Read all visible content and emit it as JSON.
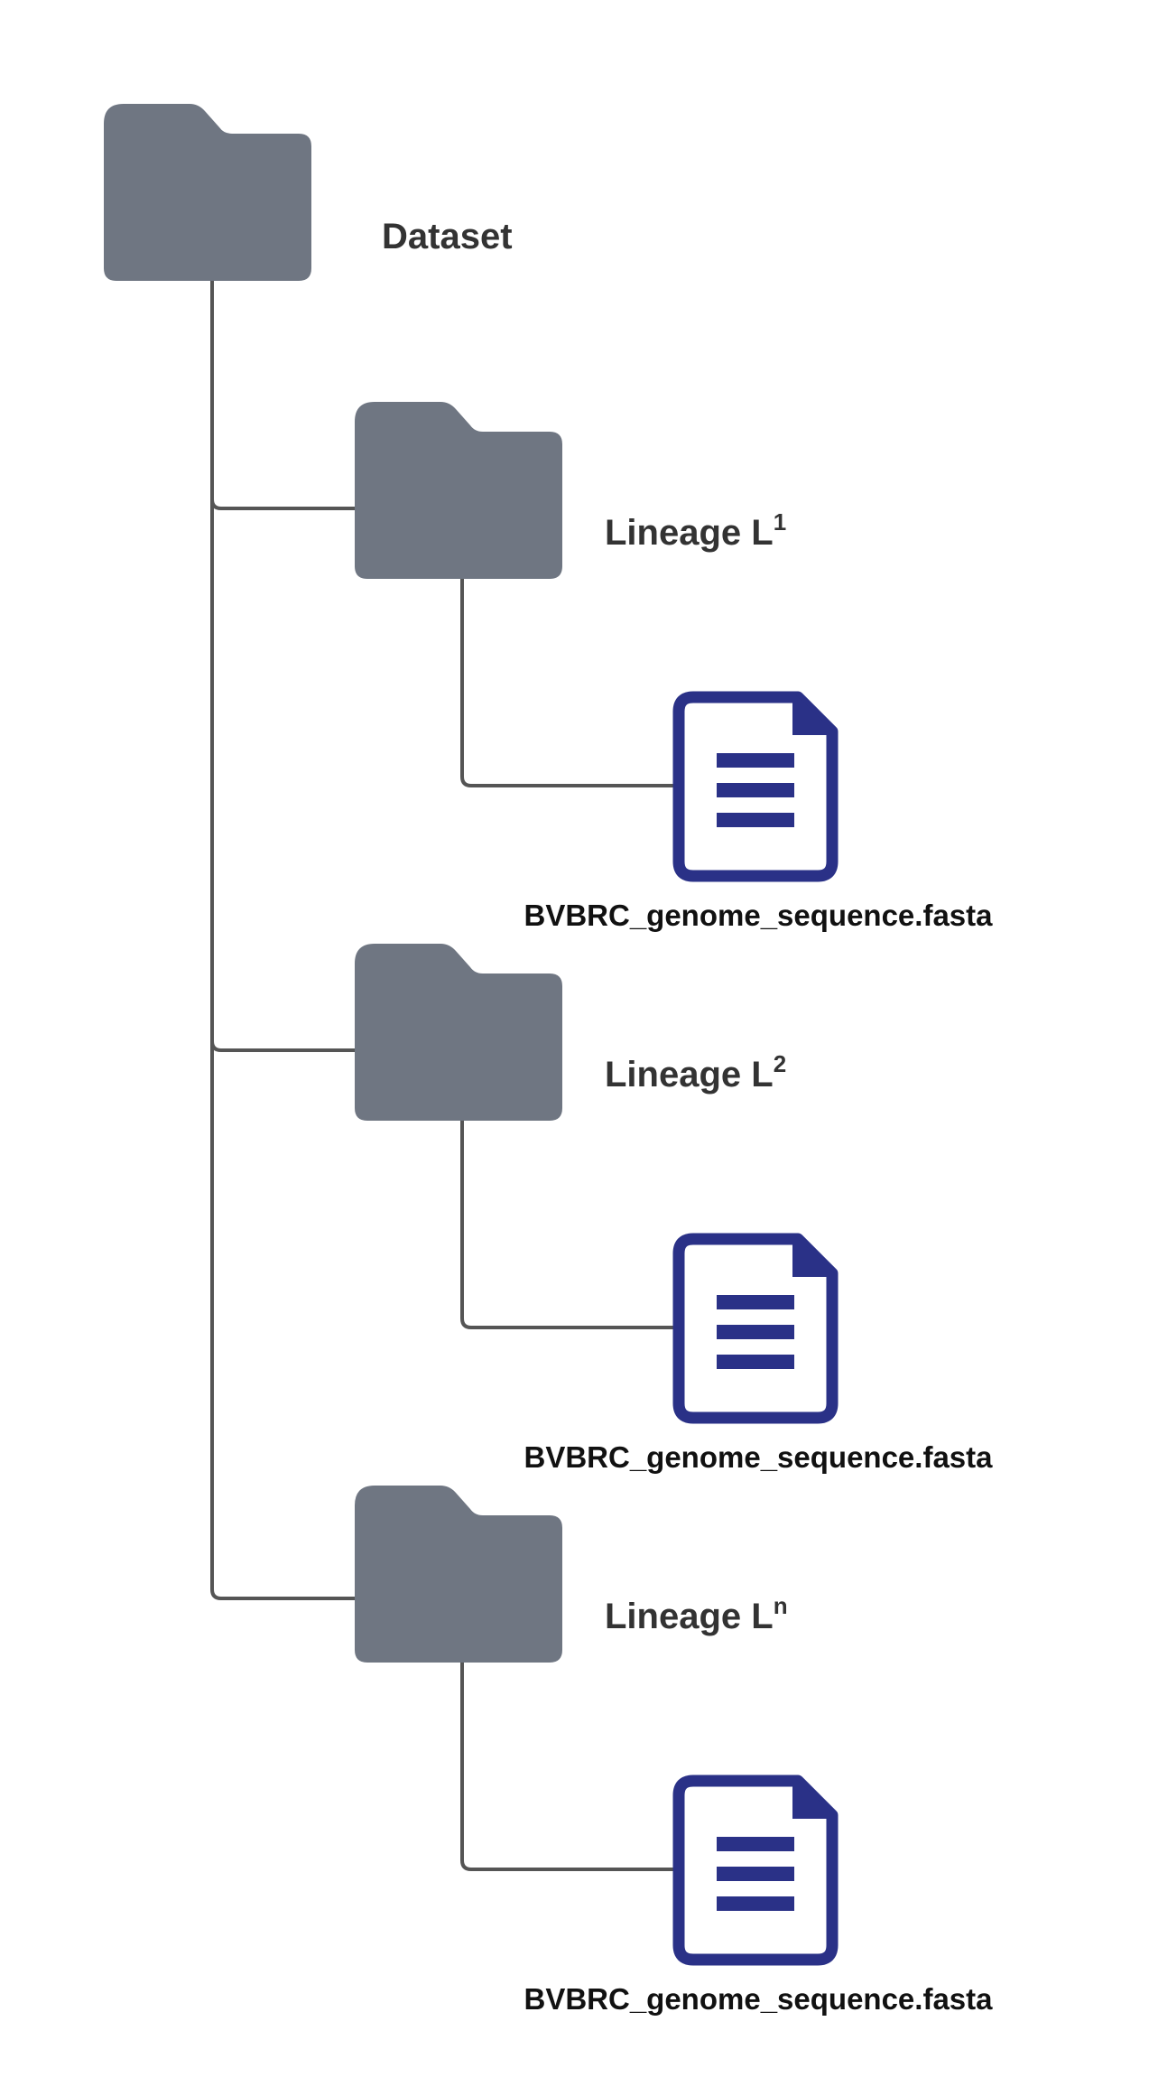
{
  "colors": {
    "folder": "#6f7682",
    "file": "#2a3187",
    "connector": "#555555",
    "label_text": "#333333",
    "file_text": "#111111",
    "background": "#ffffff"
  },
  "root": {
    "icon": "folder-icon",
    "label": "Dataset"
  },
  "lineages": [
    {
      "icon": "folder-icon",
      "label": "Lineage L",
      "superscript": "1",
      "file": {
        "icon": "document-icon",
        "name": "BVBRC_genome_sequence.fasta"
      }
    },
    {
      "icon": "folder-icon",
      "label": "Lineage L",
      "superscript": "2",
      "file": {
        "icon": "document-icon",
        "name": "BVBRC_genome_sequence.fasta"
      }
    },
    {
      "icon": "folder-icon",
      "label": "Lineage L",
      "superscript": "n",
      "file": {
        "icon": "document-icon",
        "name": "BVBRC_genome_sequence.fasta"
      }
    }
  ]
}
